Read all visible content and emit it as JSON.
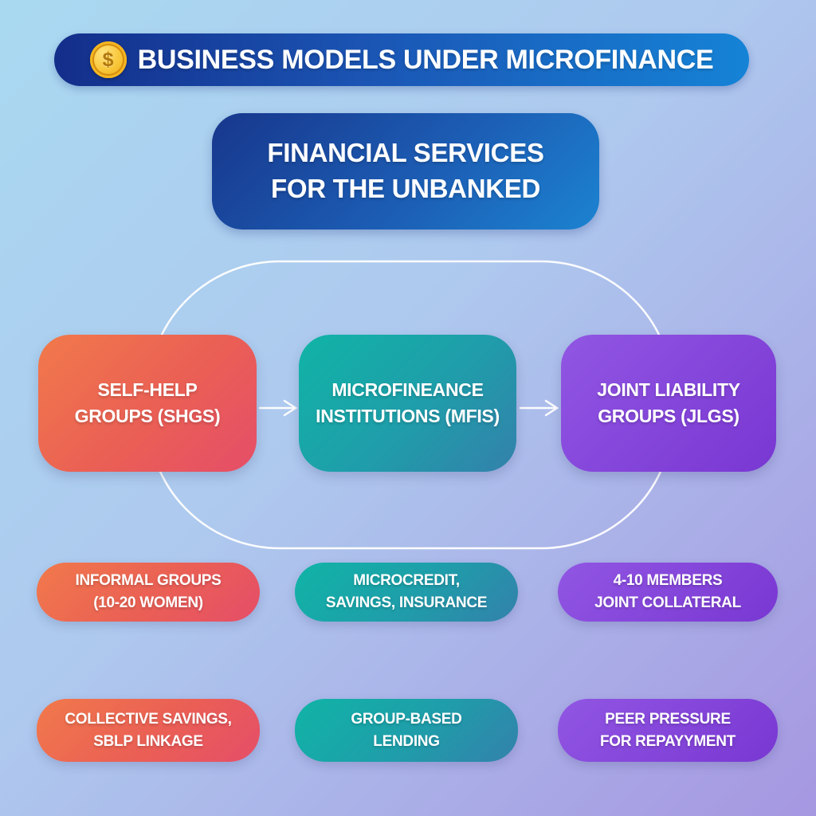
{
  "colors": {
    "background_start": "#a9d9f1",
    "background_end": "#a697e1",
    "header_gradient": [
      "#132e8a",
      "#1583d6"
    ],
    "subtitle_gradient": [
      "#17378c",
      "#1c83d1"
    ],
    "red_gradient": [
      "#f1794b",
      "#e54e68"
    ],
    "teal_gradient": [
      "#10b4a6",
      "#3381ab"
    ],
    "purple_gradient": [
      "#9156e3",
      "#7937d2"
    ],
    "connector_line": "#ffffff",
    "coin_gold": "#f7c434"
  },
  "header": {
    "title": "BUSINESS MODELS UNDER MICROFINANCE",
    "coin_symbol": "$"
  },
  "subtitle_box": {
    "text": "FINANCIAL SERVICES\nFOR THE UNBANKED"
  },
  "flow": {
    "shape": "cycle-ellipse",
    "connectors": [
      "arrow-right",
      "arrow-right"
    ],
    "nodes": [
      {
        "id": "shg",
        "label": "SELF-HELP\nGROUPS (SHGS)",
        "color": "red"
      },
      {
        "id": "mfi",
        "label": "MICROFINEANCE\nINSTITUTIONS (MFIS)",
        "color": "teal"
      },
      {
        "id": "jlg",
        "label": "JOINT LIABILITY\nGROUPS (JLGS)",
        "color": "purple"
      }
    ]
  },
  "details_row_1": [
    {
      "label": "INFORMAL GROUPS\n(10-20 WOMEN)",
      "color": "red"
    },
    {
      "label": "MICROCREDIT,\nSAVINGS, INSURANCE",
      "color": "teal"
    },
    {
      "label": "4-10 MEMBERS\nJOINT COLLATERAL",
      "color": "purple"
    }
  ],
  "details_row_2": [
    {
      "label": "COLLECTIVE SAVINGS,\nSBLP LINKAGE",
      "color": "red"
    },
    {
      "label": "GROUP-BASED\nLENDING",
      "color": "teal"
    },
    {
      "label": "PEER PRESSURE\nFOR REPAYYMENT",
      "color": "purple"
    }
  ]
}
